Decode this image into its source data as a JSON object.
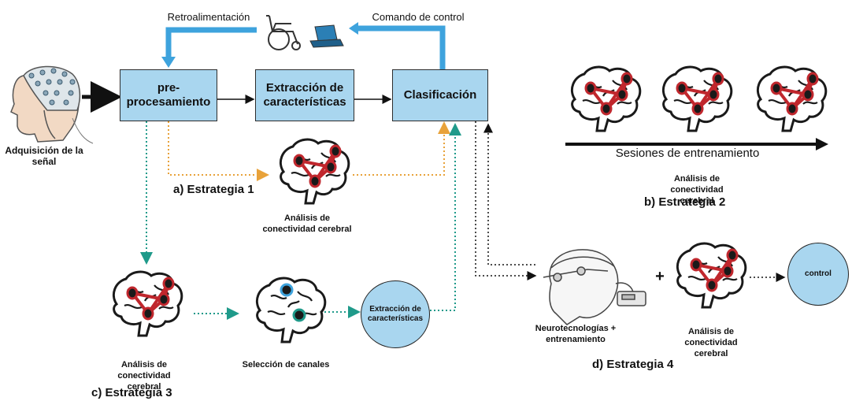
{
  "blocks": {
    "preprocessing": "pre-\nprocesamiento",
    "feature_extraction": "Extracción de características",
    "classification": "Clasificación"
  },
  "labels": {
    "acquisition": "Adquisición de la señal",
    "feedback": "Retroalimentación",
    "control_command": "Comando de control",
    "training_sessions": "Sesiones de entrenamiento",
    "connectivity_1": "Análisis de conectividad cerebral",
    "connectivity_2": "Análisis de conectividad cerebral",
    "connectivity_3": "Análisis de conectividad cerebral",
    "connectivity_4": "Análisis de conectividad cerebral",
    "channel_selection": "Selección de canales",
    "neurotech": "Neurotecnologías + entrenamiento",
    "plus": "+",
    "feature_circle": "Extracción de características",
    "control_circle": "control"
  },
  "strategies": {
    "s1": "a) Estrategia 1",
    "s2": "b) Estrategia 2",
    "s3": "c) Estrategia 3",
    "s4": "d) Estrategia 4"
  },
  "colors": {
    "block_fill": "#a9d6ef",
    "feedback_arrow": "#3ea3dd",
    "strategy1_arrow": "#e8a23a",
    "strategy3_arrow": "#1f9a8a",
    "brain_network": "#c0272d"
  },
  "icons": [
    "eeg-cap-head-icon",
    "wheelchair-icon",
    "laptop-icon",
    "neurotech-headset-icon",
    "brain-icon"
  ]
}
